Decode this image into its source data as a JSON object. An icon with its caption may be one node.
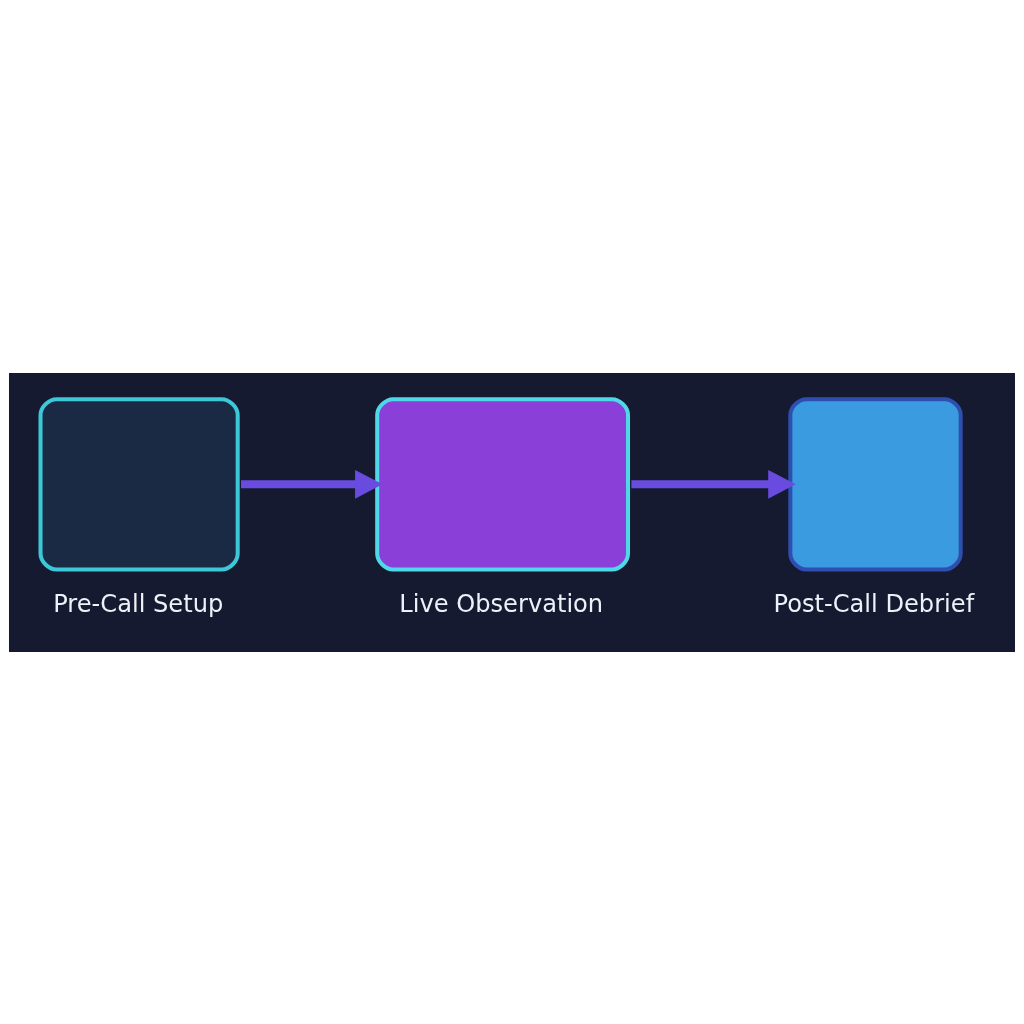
{
  "diagram": {
    "nodes": [
      {
        "text": [
          "Pre-Call Setup"
        ]
      },
      {
        "text": [
          "Live Observation"
        ]
      },
      {
        "text": [
          "Post-Call Debrief"
        ]
      }
    ],
    "edges": [
      {
        "from": 0,
        "to": 1,
        "arrow": "to"
      },
      {
        "from": 1,
        "to": 2,
        "arrow": "to"
      }
    ]
  }
}
